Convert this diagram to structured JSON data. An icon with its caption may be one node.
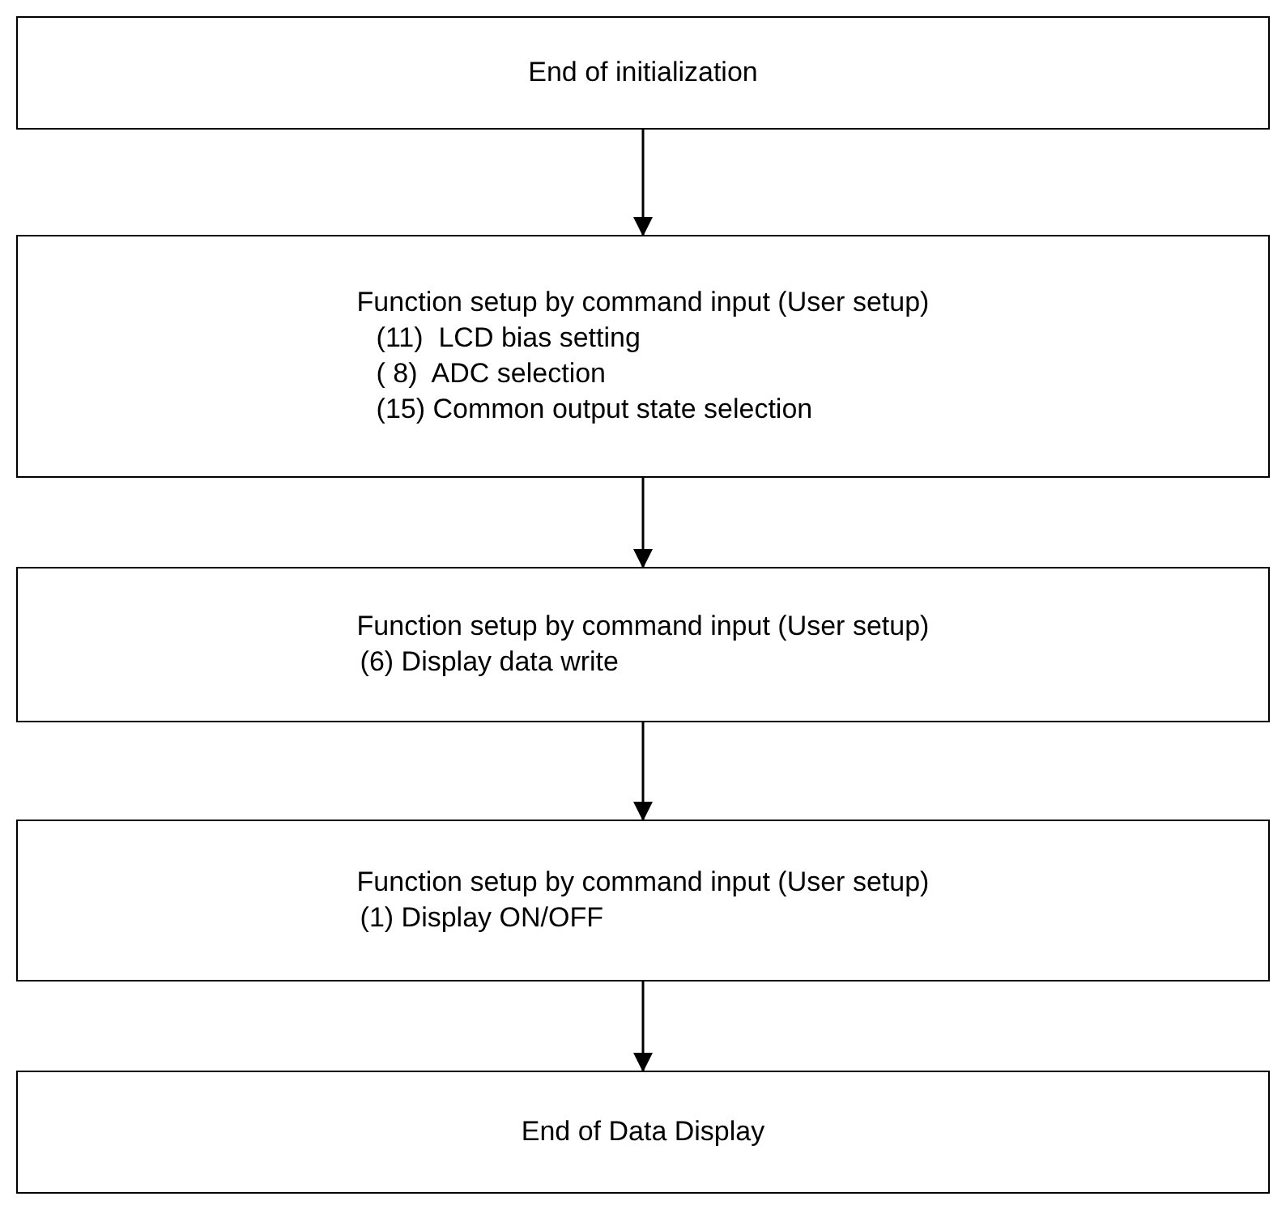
{
  "diagram": {
    "nodes": [
      {
        "text": [
          "End of initialization"
        ]
      },
      {
        "text": [
          "Function setup by command input (User setup)",
          "(11)  LCD bias setting",
          "( 8)  ADC selection",
          "(15) Common output state selection"
        ]
      },
      {
        "text": [
          "Function setup by command input (User setup)",
          "(6) Display data write"
        ]
      },
      {
        "text": [
          "Function setup by command input (User setup)",
          "(1) Display ON/OFF"
        ]
      },
      {
        "text": [
          "End of Data Display"
        ]
      }
    ],
    "edges": [
      {
        "from": 0,
        "to": 1,
        "arrow": "to"
      },
      {
        "from": 1,
        "to": 2,
        "arrow": "to"
      },
      {
        "from": 2,
        "to": 3,
        "arrow": "to"
      },
      {
        "from": 3,
        "to": 4,
        "arrow": "to"
      }
    ]
  }
}
